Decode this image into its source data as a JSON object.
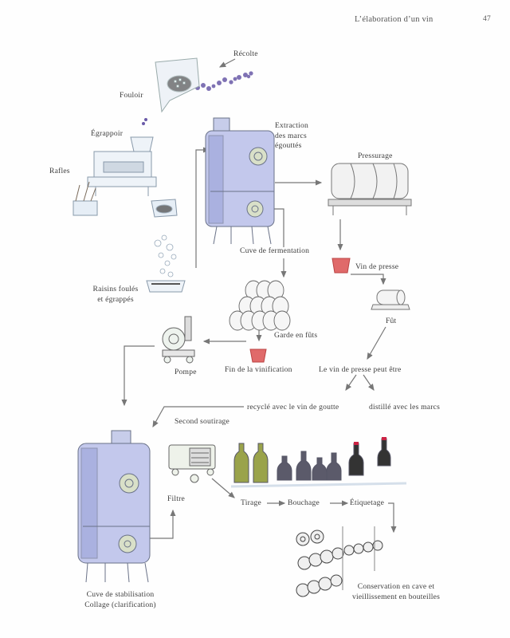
{
  "header": {
    "chapter_title": "L’élaboration d’un vin",
    "page_number": "47"
  },
  "diagram": {
    "title": "L’élaboration d’un vin",
    "steps": {
      "recolte": "Récolte",
      "fouloir": "Fouloir",
      "egrappoir": "Égrappoir",
      "rafles": "Rafles",
      "raisins_line1": "Raisins foulés",
      "raisins_line2": "et égrappés",
      "extraction_line1": "Extraction",
      "extraction_line2": "des marcs",
      "extraction_line3": "égouttés",
      "pressurage": "Pressurage",
      "cuve_fermentation": "Cuve de fermentation",
      "vin_de_presse": "Vin de presse",
      "garde_en_futs": "Garde en fûts",
      "fut": "Fût",
      "pompe": "Pompe",
      "fin_vinification": "Fin de la vinification",
      "vin_presse_peut_etre": "Le vin de presse peut être",
      "recycle": "recyclé avec le vin de goutte",
      "distille": "distillé avec les marcs",
      "second_soutirage": "Second soutirage",
      "filtre": "Filtre",
      "tirage": "Tirage",
      "bouchage": "Bouchage",
      "etiquetage": "Étiquetage",
      "conservation_line1": "Conservation en cave et",
      "conservation_line2": "vieillissement en bouteilles",
      "cuve_stabilisation_line1": "Cuve de stabilisation",
      "cuve_stabilisation_line2": "Collage (clarification)"
    },
    "illustrations": [
      "grape-harvest",
      "crusher-hopper",
      "destemmer-machine",
      "stems-crate",
      "crushed-grapes-tray",
      "fermentation-vat",
      "wine-press",
      "press-wine-glass",
      "barrel-stack",
      "single-barrel",
      "pump",
      "final-wine-glass",
      "filter-machine",
      "bottling-line",
      "bottle-racks",
      "stabilisation-vat"
    ],
    "colors": {
      "arrow": "#777777",
      "wine": "#d9534f",
      "vat_blue": "#9aa3d9",
      "bottle_green": "#8a9a3a",
      "grape_purple": "#6a5aa8"
    }
  }
}
